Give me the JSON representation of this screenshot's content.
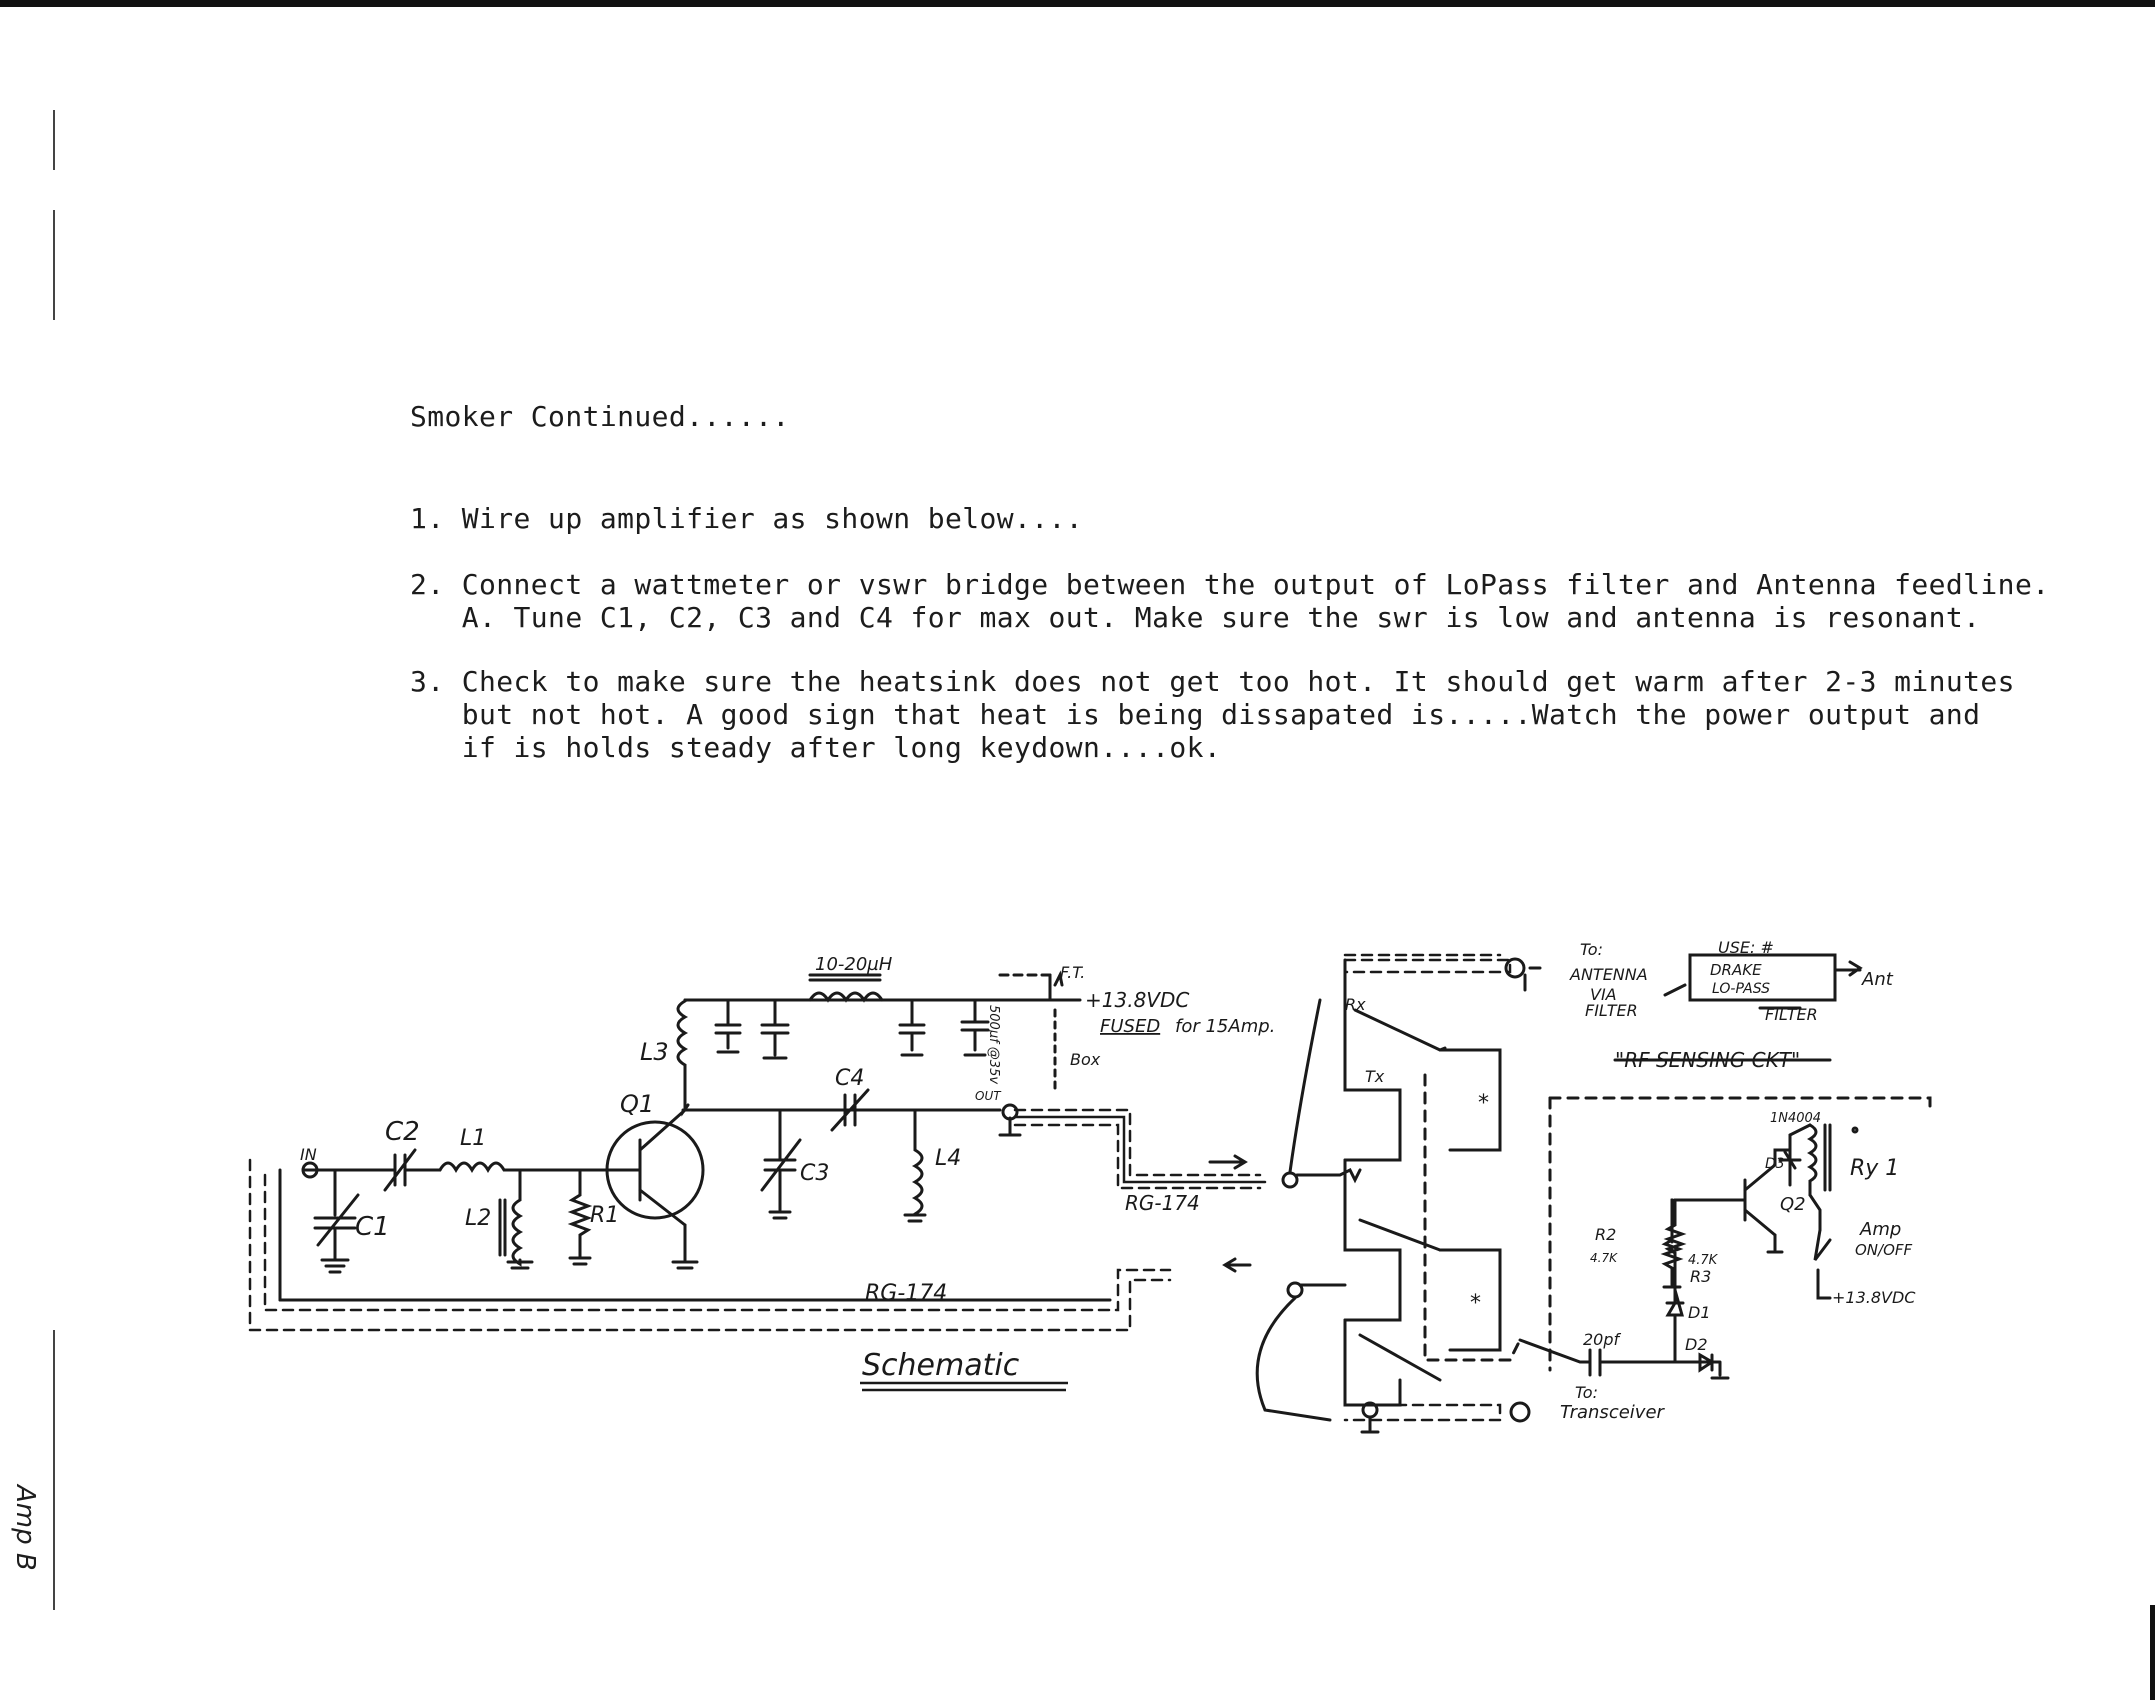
{
  "document": {
    "heading": "Smoker Continued......",
    "steps": [
      {
        "line1": "1. Wire up amplifier as shown below...."
      },
      {
        "line1": "2. Connect a wattmeter or vswr bridge between the output of LoPass filter and Antenna feedline.",
        "line2": "   A. Tune C1, C2, C3 and C4 for max out. Make sure the swr is low and antenna is resonant."
      },
      {
        "line1": "3. Check to make sure the heatsink does not get too hot. It should get warm after 2-3 minutes",
        "line2": "   but not hot. A good sign that heat is being dissapated is.....Watch the power output and",
        "line3": "   if is holds steady after long keydown....ok."
      }
    ],
    "side_label": "Amp B"
  },
  "schematic": {
    "title": "Schematic",
    "labels": {
      "in": "IN",
      "c1": "C1",
      "c2": "C2",
      "l1": "L1",
      "l2": "L2",
      "r1": "R1",
      "q1": "Q1",
      "l3": "L3",
      "inductor_value": "10-20µH",
      "ft": "F.T.",
      "supply": "+13.8VDC",
      "fused": "FUSED",
      "fused_rating": "for 15Amp.",
      "box": "Box",
      "cap_rating": "500µf @35v",
      "c4": "C4",
      "c3": "C3",
      "l4": "L4",
      "out": "OUT",
      "rg174_a": "RG-174",
      "rg174_b": "RG-174",
      "rx": "Rx",
      "tx": "Tx",
      "to_antenna": "To:",
      "antenna": "ANTENNA",
      "via": "VIA",
      "filter": "FILTER",
      "use": "USE: #",
      "drake": "DRAKE",
      "lopass": "LO-PASS",
      "filter_box": "FILTER",
      "ant": "Ant",
      "rf_sensing": "\"RF SENSING CKT\"",
      "diode": "1N4004",
      "ry1": "Ry 1",
      "d3": "D3",
      "q2": "Q2",
      "r2": "R2",
      "r2_val": "4.7K",
      "r3": "R3",
      "r3_val": "4.7K",
      "d1": "D1",
      "d2": "D2",
      "cap20": "20pf",
      "amp_switch": "Amp",
      "on_off": "ON/OFF",
      "supply2": "+13.8VDC",
      "to_trans": "To:",
      "transceiver": "Transceiver",
      "star1": "*",
      "star2": "*"
    }
  }
}
